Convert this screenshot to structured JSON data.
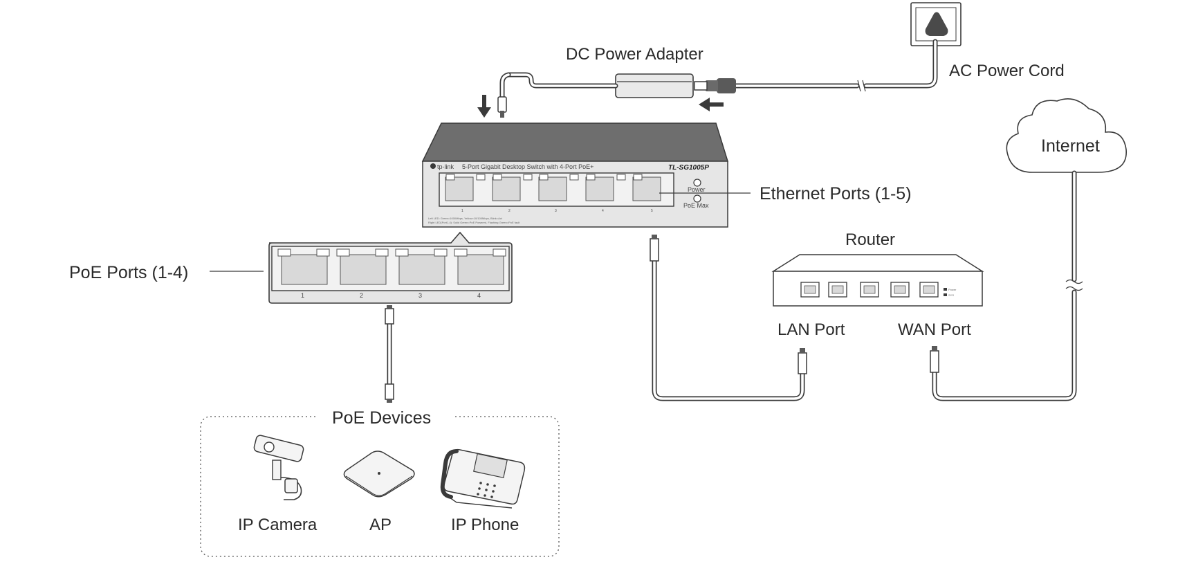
{
  "labels": {
    "dc_power_adapter": "DC Power Adapter",
    "ac_power_cord": "AC Power Cord",
    "internet": "Internet",
    "ethernet_ports": "Ethernet Ports (1-5)",
    "router": "Router",
    "poe_ports": "PoE Ports (1-4)",
    "lan_port": "LAN Port",
    "wan_port": "WAN Port",
    "poe_devices": "PoE Devices",
    "ip_camera": "IP Camera",
    "ap": "AP",
    "ip_phone": "IP Phone"
  },
  "switch": {
    "brand": "tp-link",
    "description": "5-Port Gigabit Desktop Switch with 4-Port PoE+",
    "model": "TL-SG1005P",
    "port_numbers": [
      "1",
      "2",
      "3",
      "4",
      "5"
    ],
    "indicator_power": "Power",
    "indicator_poe_max": "PoE Max",
    "led_line_1": "Left LED:  Green=1000Mbps, Yellow=10/100Mbps, Blink=Act",
    "led_line_2": "Right LED(Port1-4):  Solid Green=PoE Powered, Flashing Green=PoE fault"
  },
  "poe_zoom": {
    "port_numbers": [
      "1",
      "2",
      "3",
      "4"
    ]
  },
  "router_panel": {
    "indicator_1": "Power",
    "indicator_2": "SYS"
  },
  "colors": {
    "line": "#3a3a3a",
    "switch_top": "#6e6e6e",
    "switch_front": "#e6e6e6",
    "port": "#d9d9d9"
  }
}
